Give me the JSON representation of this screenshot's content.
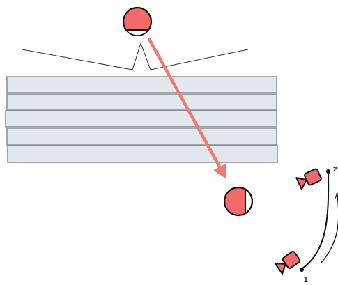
{
  "colors": {
    "background": "#ffffff",
    "slab_fill": "#e3e8ee",
    "slab_stroke": "#8d9399",
    "accent": "#f07b72",
    "camera_fill": "#f26b6b",
    "outline": "#111111",
    "roof_line": "#333333"
  },
  "diagram": {
    "slab_count": 5,
    "icons": {
      "light_source": "circle-half-filled-icon",
      "light_target": "circle-half-filled-icon",
      "camera_start": "video-camera-icon",
      "camera_end": "video-camera-icon"
    },
    "camera_path": {
      "start_label": "1",
      "end_label": "2"
    }
  }
}
